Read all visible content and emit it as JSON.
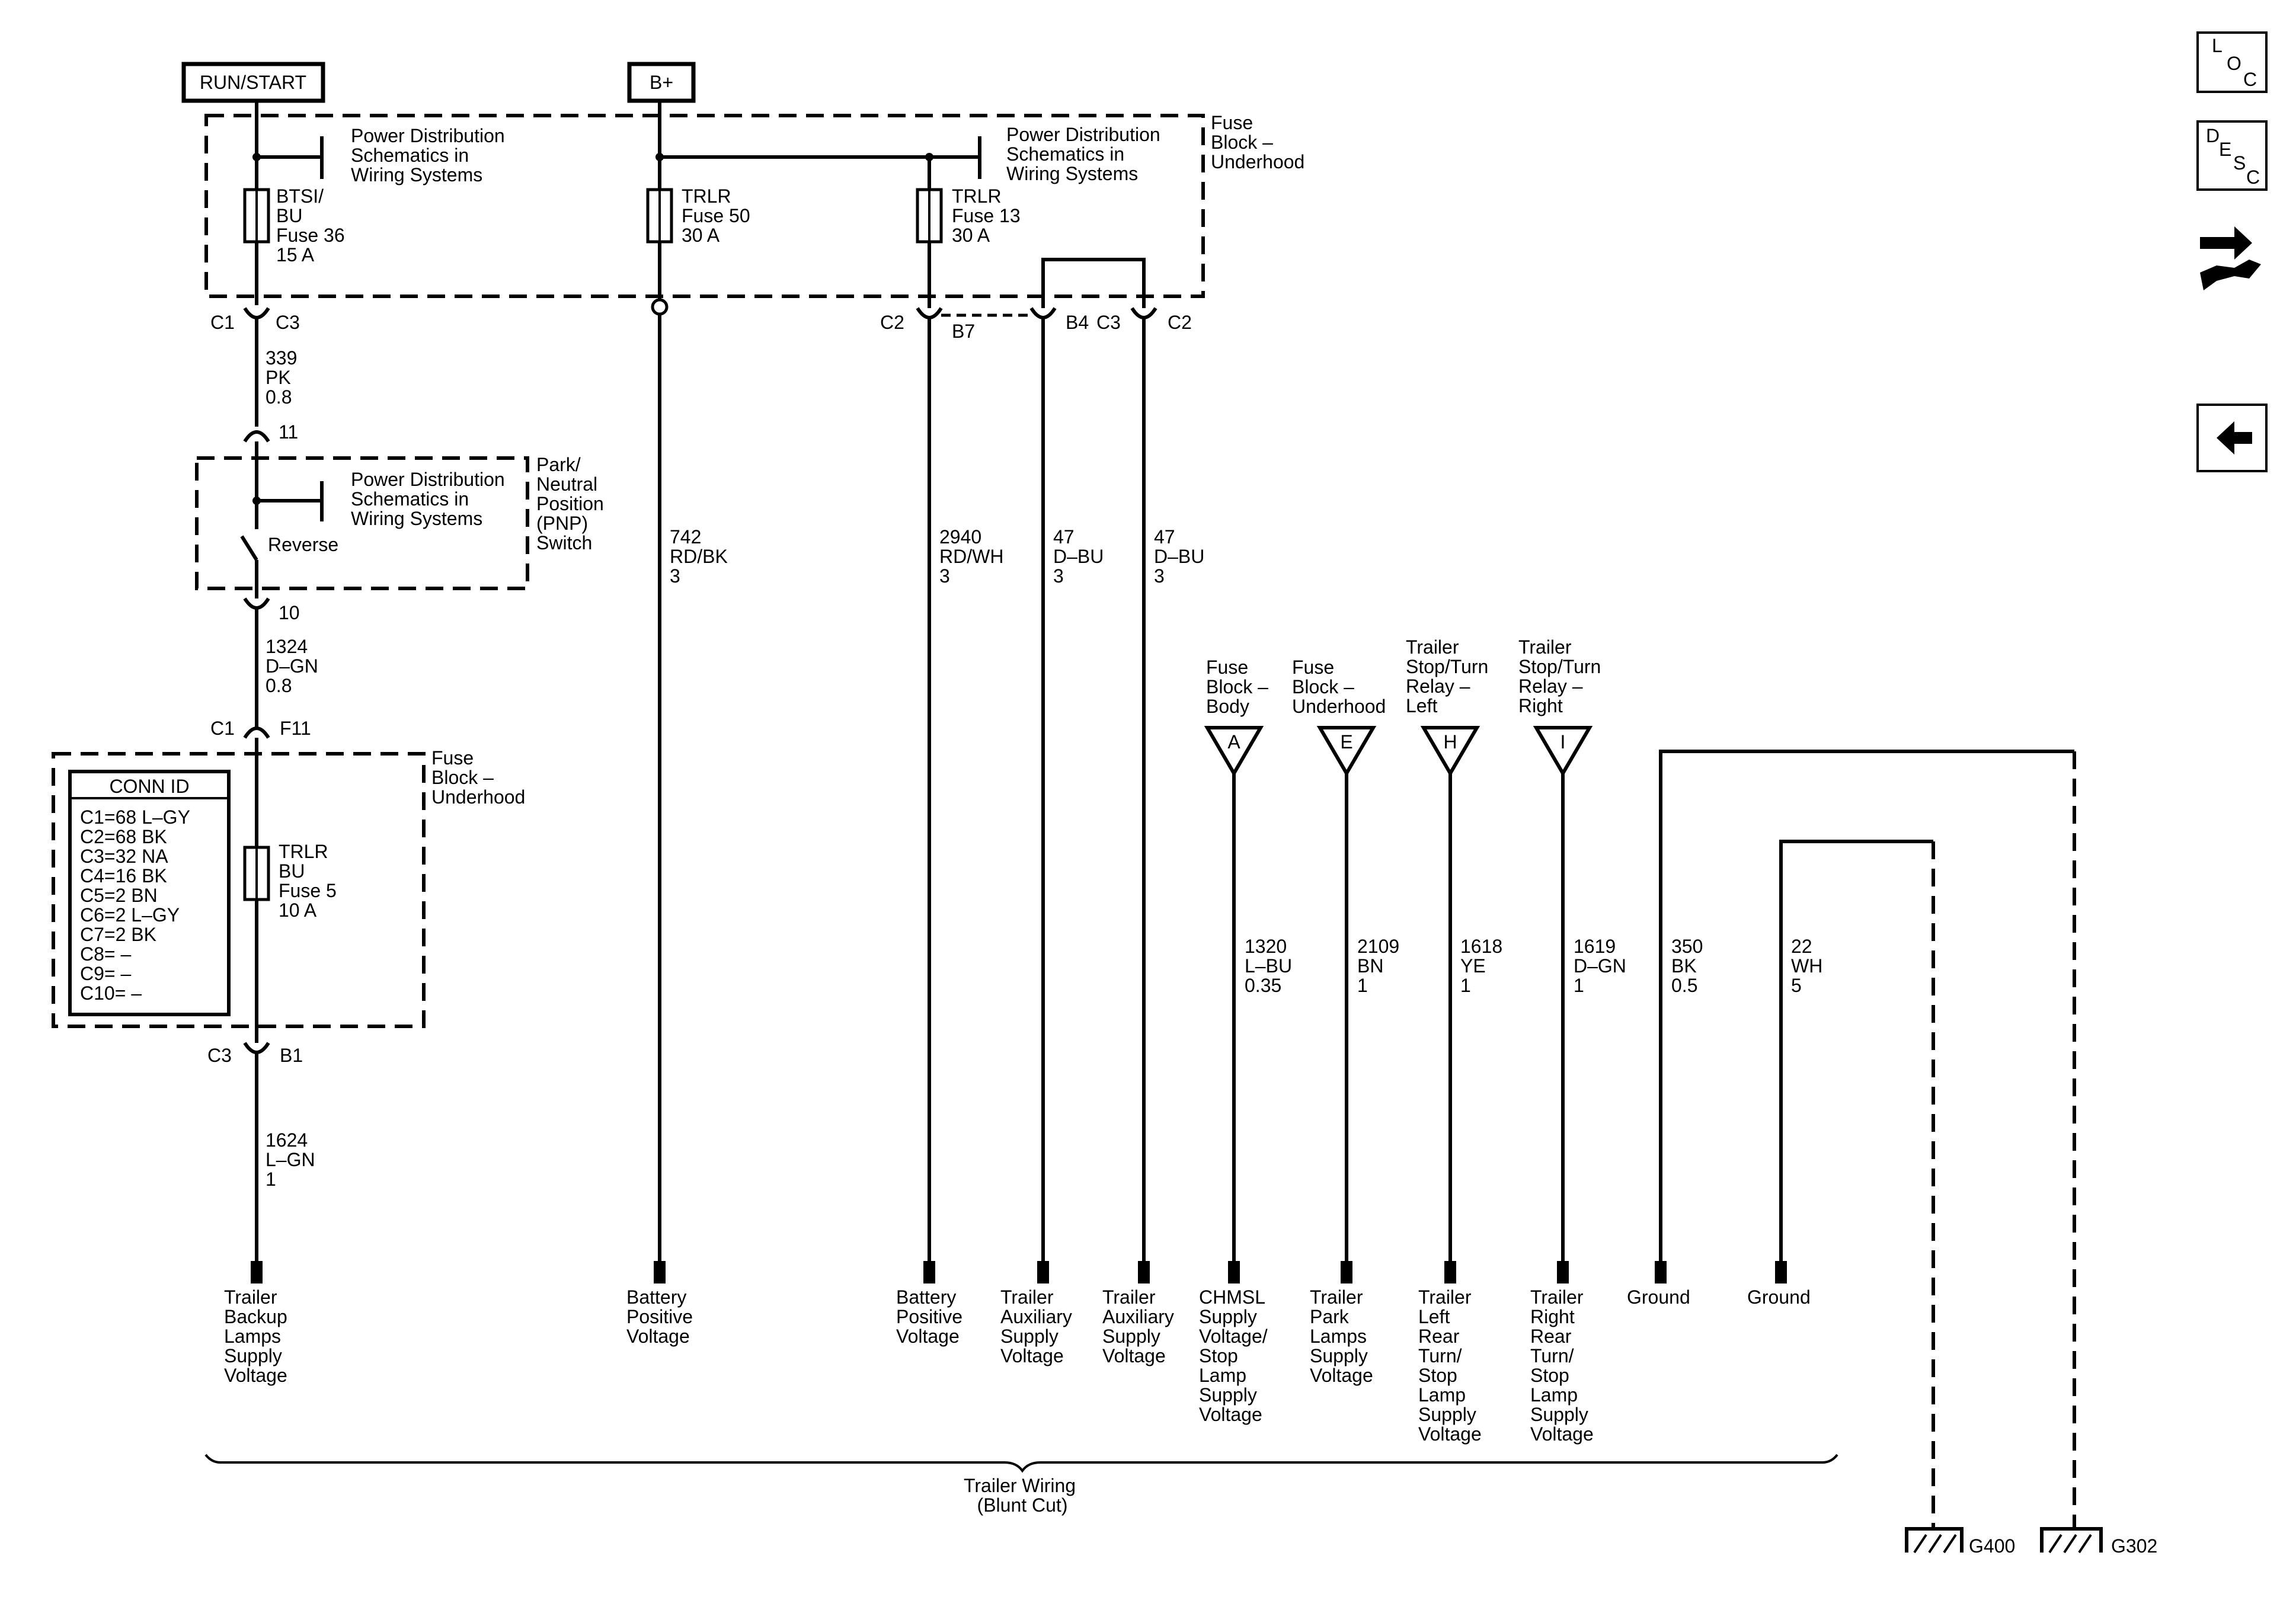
{
  "power_sources": {
    "run_start": "RUN/START",
    "b_plus": "B+"
  },
  "nav_icons": {
    "loc": [
      "L",
      "O",
      "C"
    ],
    "desc": [
      "D",
      "E",
      "S",
      "C"
    ]
  },
  "fuse_block_top": {
    "label": [
      "Fuse",
      "Block –",
      "Underhood"
    ],
    "ref_left": [
      "Power Distribution",
      "Schematics in",
      "Wiring Systems"
    ],
    "ref_right": [
      "Power Distribution",
      "Schematics in",
      "Wiring Systems"
    ],
    "fuse_btsi": [
      "BTSI/",
      "BU",
      "Fuse 36",
      "15 A"
    ],
    "fuse_50": [
      "TRLR",
      "Fuse 50",
      "30 A"
    ],
    "fuse_13": [
      "TRLR",
      "Fuse 13",
      "30 A"
    ]
  },
  "connectors": {
    "c1": "C1",
    "c3": "C3",
    "pin11": "11",
    "pin10": "10",
    "c1_f11": "C1",
    "f11": "F11",
    "c3_b1": "C3",
    "b1": "B1",
    "c2_b7": "C2",
    "b7": "B7",
    "b4": "B4",
    "c3_b4": "C3",
    "c2_right": "C2"
  },
  "pnp_switch": {
    "label": [
      "Park/",
      "Neutral",
      "Position",
      "(PNP)",
      "Switch"
    ],
    "ref": [
      "Power Distribution",
      "Schematics in",
      "Wiring Systems"
    ],
    "contact": "Reverse"
  },
  "fuse_block_lower": {
    "label": [
      "Fuse",
      "Block –",
      "Underhood"
    ],
    "conn_id_title": "CONN ID",
    "conn_ids": [
      "C1=68 L–GY",
      "C2=68 BK",
      "C3=32 NA",
      "C4=16 BK",
      "C5=2 BN",
      "C6=2 L–GY",
      "C7=2 BK",
      "C8= –",
      "C9= –",
      "C10= –"
    ],
    "fuse5": [
      "TRLR",
      "BU",
      "Fuse 5",
      "10 A"
    ]
  },
  "wires": {
    "w339": [
      "339",
      "PK",
      "0.8"
    ],
    "w1324": [
      "1324",
      "D–GN",
      "0.8"
    ],
    "w1624": [
      "1624",
      "L–GN",
      "1"
    ],
    "w742": [
      "742",
      "RD/BK",
      "3"
    ],
    "w2940": [
      "2940",
      "RD/WH",
      "3"
    ],
    "w47a": [
      "47",
      "D–BU",
      "3"
    ],
    "w47b": [
      "47",
      "D–BU",
      "3"
    ],
    "w1320": [
      "1320",
      "L–BU",
      "0.35"
    ],
    "w2109": [
      "2109",
      "BN",
      "1"
    ],
    "w1618": [
      "1618",
      "YE",
      "1"
    ],
    "w1619": [
      "1619",
      "D–GN",
      "1"
    ],
    "w350": [
      "350",
      "BK",
      "0.5"
    ],
    "w22": [
      "22",
      "WH",
      "5"
    ]
  },
  "offpage": {
    "a": {
      "letter": "A",
      "label": [
        "Fuse",
        "Block –",
        "Body"
      ]
    },
    "e": {
      "letter": "E",
      "label": [
        "Fuse",
        "Block –",
        "Underhood"
      ]
    },
    "h": {
      "letter": "H",
      "label": [
        "Trailer",
        "Stop/Turn",
        "Relay –",
        "Left"
      ]
    },
    "i": {
      "letter": "I",
      "label": [
        "Trailer",
        "Stop/Turn",
        "Relay –",
        "Right"
      ]
    }
  },
  "terminals": {
    "backup": [
      "Trailer",
      "Backup",
      "Lamps",
      "Supply",
      "Voltage"
    ],
    "batt1": [
      "Battery",
      "Positive",
      "Voltage"
    ],
    "batt2": [
      "Battery",
      "Positive",
      "Voltage"
    ],
    "aux1": [
      "Trailer",
      "Auxiliary",
      "Supply",
      "Voltage"
    ],
    "aux2": [
      "Trailer",
      "Auxiliary",
      "Supply",
      "Voltage"
    ],
    "chmsl": [
      "CHMSL",
      "Supply",
      "Voltage/",
      "Stop",
      "Lamp",
      "Supply",
      "Voltage"
    ],
    "park": [
      "Trailer",
      "Park",
      "Lamps",
      "Supply",
      "Voltage"
    ],
    "left": [
      "Trailer",
      "Left",
      "Rear",
      "Turn/",
      "Stop",
      "Lamp",
      "Supply",
      "Voltage"
    ],
    "right": [
      "Trailer",
      "Right",
      "Rear",
      "Turn/",
      "Stop",
      "Lamp",
      "Supply",
      "Voltage"
    ],
    "ground1": [
      "Ground"
    ],
    "ground2": [
      "Ground"
    ]
  },
  "harness": [
    "Trailer Wiring",
    "(Blunt Cut)"
  ],
  "grounds": {
    "g400": "G400",
    "g302": "G302"
  }
}
